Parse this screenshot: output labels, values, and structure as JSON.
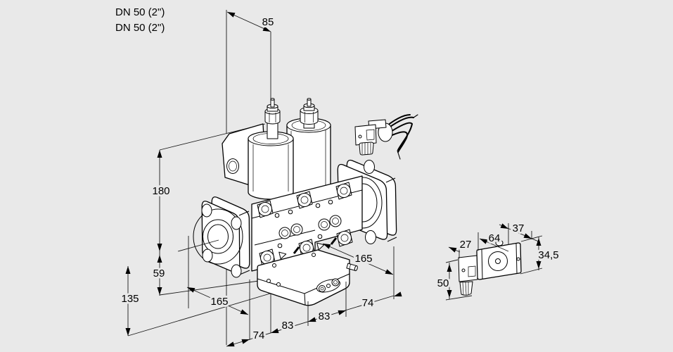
{
  "colors": {
    "background": "#e9e9e9",
    "line": "#000000",
    "part_fill": "#ffffff"
  },
  "labels": {
    "port_size_line1": "DN 50 (2\")",
    "port_size_line2": "DN 50 (2\")"
  },
  "dimensions": {
    "coil_offset": "85",
    "height_above_axis": "180",
    "axis_to_housing_bottom": "59",
    "axis_to_actuator_bottom": "135",
    "inlet_flange_to_center": "165",
    "inlet_width": "74",
    "valve_section_a": "83",
    "valve_section_b": "83",
    "center_to_outlet_flange": "165",
    "outlet_width": "74",
    "side_plug_depth": "27",
    "side_body_length": "64",
    "side_body_width": "37",
    "side_body_height": "34,5",
    "side_plug_height": "50"
  }
}
